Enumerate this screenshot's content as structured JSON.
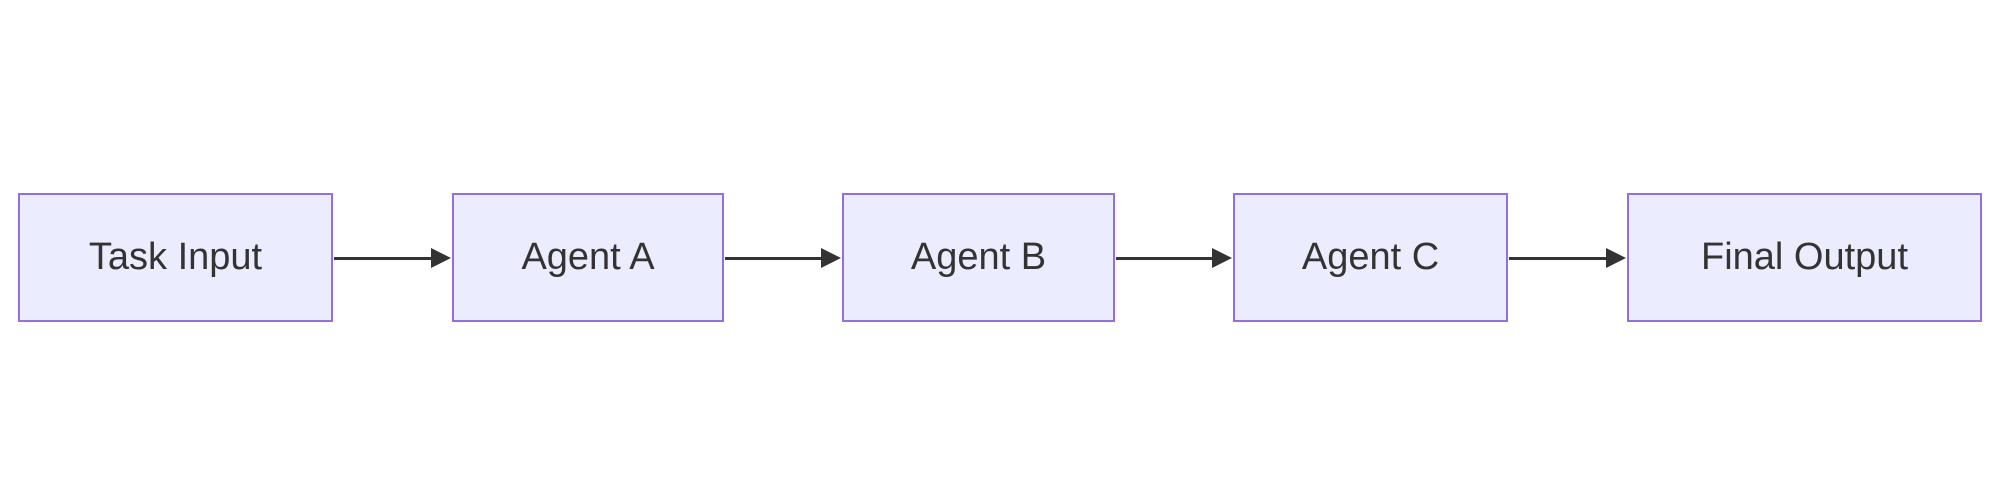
{
  "diagram": {
    "type": "flowchart",
    "direction": "left-to-right",
    "colors": {
      "background": "#ffffff",
      "node_fill": "#ECECFF",
      "node_border": "#9370DB",
      "text": "#333333",
      "arrow": "#333333"
    },
    "nodes": [
      {
        "id": "task-input",
        "label": "Task Input"
      },
      {
        "id": "agent-a",
        "label": "Agent A"
      },
      {
        "id": "agent-b",
        "label": "Agent B"
      },
      {
        "id": "agent-c",
        "label": "Agent C"
      },
      {
        "id": "final-output",
        "label": "Final Output"
      }
    ],
    "edges": [
      {
        "from": "Task Input",
        "to": "Agent A"
      },
      {
        "from": "Agent A",
        "to": "Agent B"
      },
      {
        "from": "Agent B",
        "to": "Agent C"
      },
      {
        "from": "Agent C",
        "to": "Final Output"
      }
    ]
  }
}
